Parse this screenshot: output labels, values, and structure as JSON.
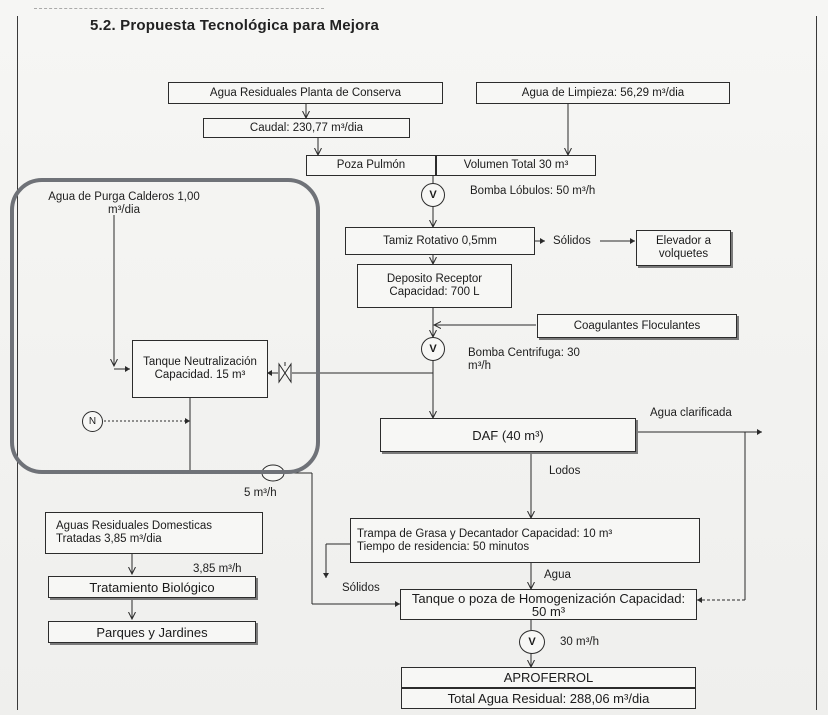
{
  "section_title": "5.2.   Propuesta Tecnológica para Mejora",
  "nodes": {
    "agua_residuales": "Agua Residuales Planta de Conserva",
    "agua_limpieza": "Agua de Limpieza: 56,29 m³/dia",
    "caudal": "Caudal: 230,77 m³/dia",
    "poza_pulmon": "Poza Pulmón",
    "volumen_total": "Volumen Total 30 m³",
    "tamiz": "Tamiz Rotativo 0,5mm",
    "elevador": "Elevador a volquetes",
    "deposito": "Deposito Receptor Capacidad: 700 L",
    "coagulantes": "Coagulantes Floculantes",
    "tanque_neutralizacion": "Tanque Neutralización Capacidad. 15 m³",
    "daf": "DAF (40 m³)",
    "trampa_line1": "Trampa de Grasa y Decantador Capacidad: 10 m³",
    "trampa_line2": "Tiempo de residencia: 50 minutos",
    "aguas_domesticas": "Aguas Residuales Domesticas Tratadas 3,85 m³/dia",
    "tratamiento_biologico": "Tratamiento Biológico",
    "parques": "Parques y Jardines",
    "tanque_homogenizacion": "Tanque o poza de Homogenización Capacidad: 50 m³",
    "aproferrol": "APROFERROL",
    "total_agua": "Total Agua Residual: 288,06 m³/dia"
  },
  "labels": {
    "purga": "Agua de Purga Calderos 1,00 m³/dia",
    "bomba_lobulos": "Bomba Lóbulos: 50 m³/h",
    "solidos_tamiz": "Sólidos",
    "bomba_centrifuga": "Bomba Centrifuga: 30 m³/h",
    "agua_clarificada": "Agua clarificada",
    "lodos": "Lodos",
    "flow_5": "5  m³/h",
    "flow_385": "3,85  m³/h",
    "agua": "Agua",
    "solidos_trampa": "Sólidos",
    "flow_30": "30  m³/h"
  },
  "symbols": {
    "pump_v": "V",
    "nitrogen": "N"
  },
  "colors": {
    "neutralization_frame": "#6f7278",
    "line": "#2a2a2a"
  }
}
